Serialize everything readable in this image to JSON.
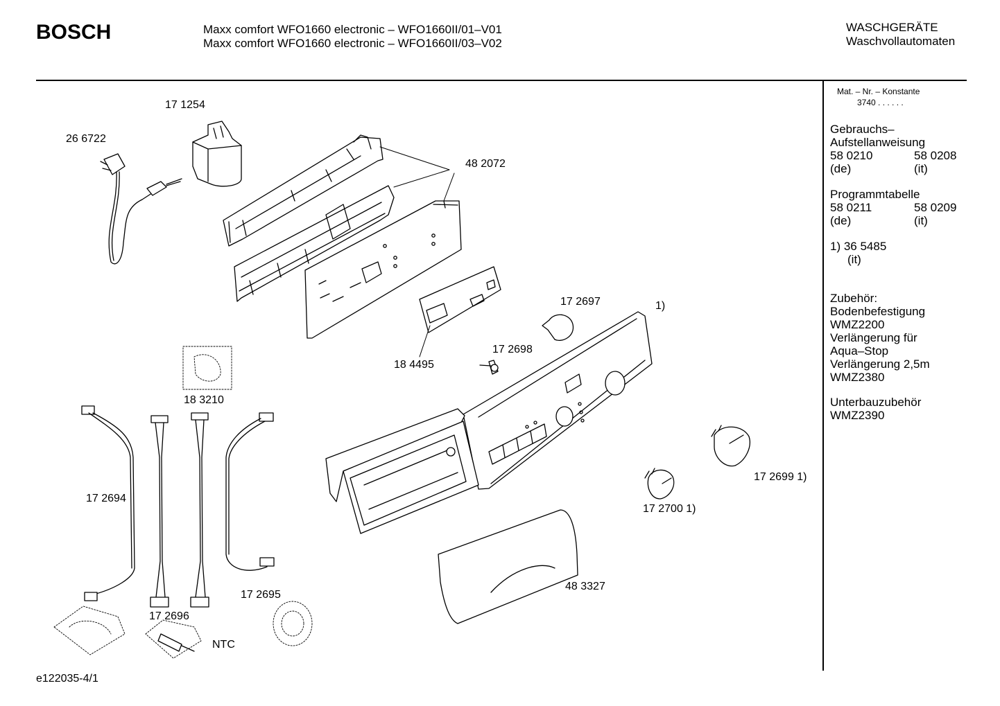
{
  "header": {
    "brand": "BOSCH",
    "title_line1": "Maxx comfort WFO1660 electronic – WFO1660II/01–V01",
    "title_line2": "Maxx comfort WFO1660 electronic – WFO1660II/03–V02",
    "category_line1": "WASCHGERÄTE",
    "category_line2": "Waschvollautomaten"
  },
  "sidebar": {
    "mat_label": "Mat. – Nr. – Konstante",
    "mat_value": "3740  .  .   .  .  .  .",
    "manual_title1": "Gebrauchs–",
    "manual_title2": "Aufstellanweisung",
    "manual_num_a": "58 0210",
    "manual_num_b": "58 0208",
    "manual_lang_a": "(de)",
    "manual_lang_b": "(it)",
    "prog_title": "Programmtabelle",
    "prog_num_a": "58 0211",
    "prog_num_b": "58 0209",
    "prog_lang_a": "(de)",
    "prog_lang_b": "(it)",
    "note_num": "1) 36 5485",
    "note_lang": "(it)",
    "acc_title": "Zubehör:",
    "acc_1": "Bodenbefestigung",
    "acc_2": "WMZ2200",
    "acc_3": "Verlängerung für",
    "acc_4": "Aqua–Stop",
    "acc_5": "Verlängerung 2,5m",
    "acc_6": "WMZ2380",
    "under_title": "Unterbauzubehör",
    "under_1": "WMZ2390"
  },
  "parts": {
    "p171254": "17 1254",
    "p266722": "26 6722",
    "p482072": "48  2072",
    "p172697": "17 2697",
    "note1": "1)",
    "p172698": "17 2698",
    "p184495": "18 4495",
    "p183210": "18 3210",
    "p172694": "17 2694",
    "p172699": "17 2699 1)",
    "p172700": "17 2700 1)",
    "p483327": "48 3327",
    "p172695": "17 2695",
    "p172696": "17 2696",
    "ntc": "NTC"
  },
  "footer": {
    "drawing_id": "e122035-4/1"
  }
}
